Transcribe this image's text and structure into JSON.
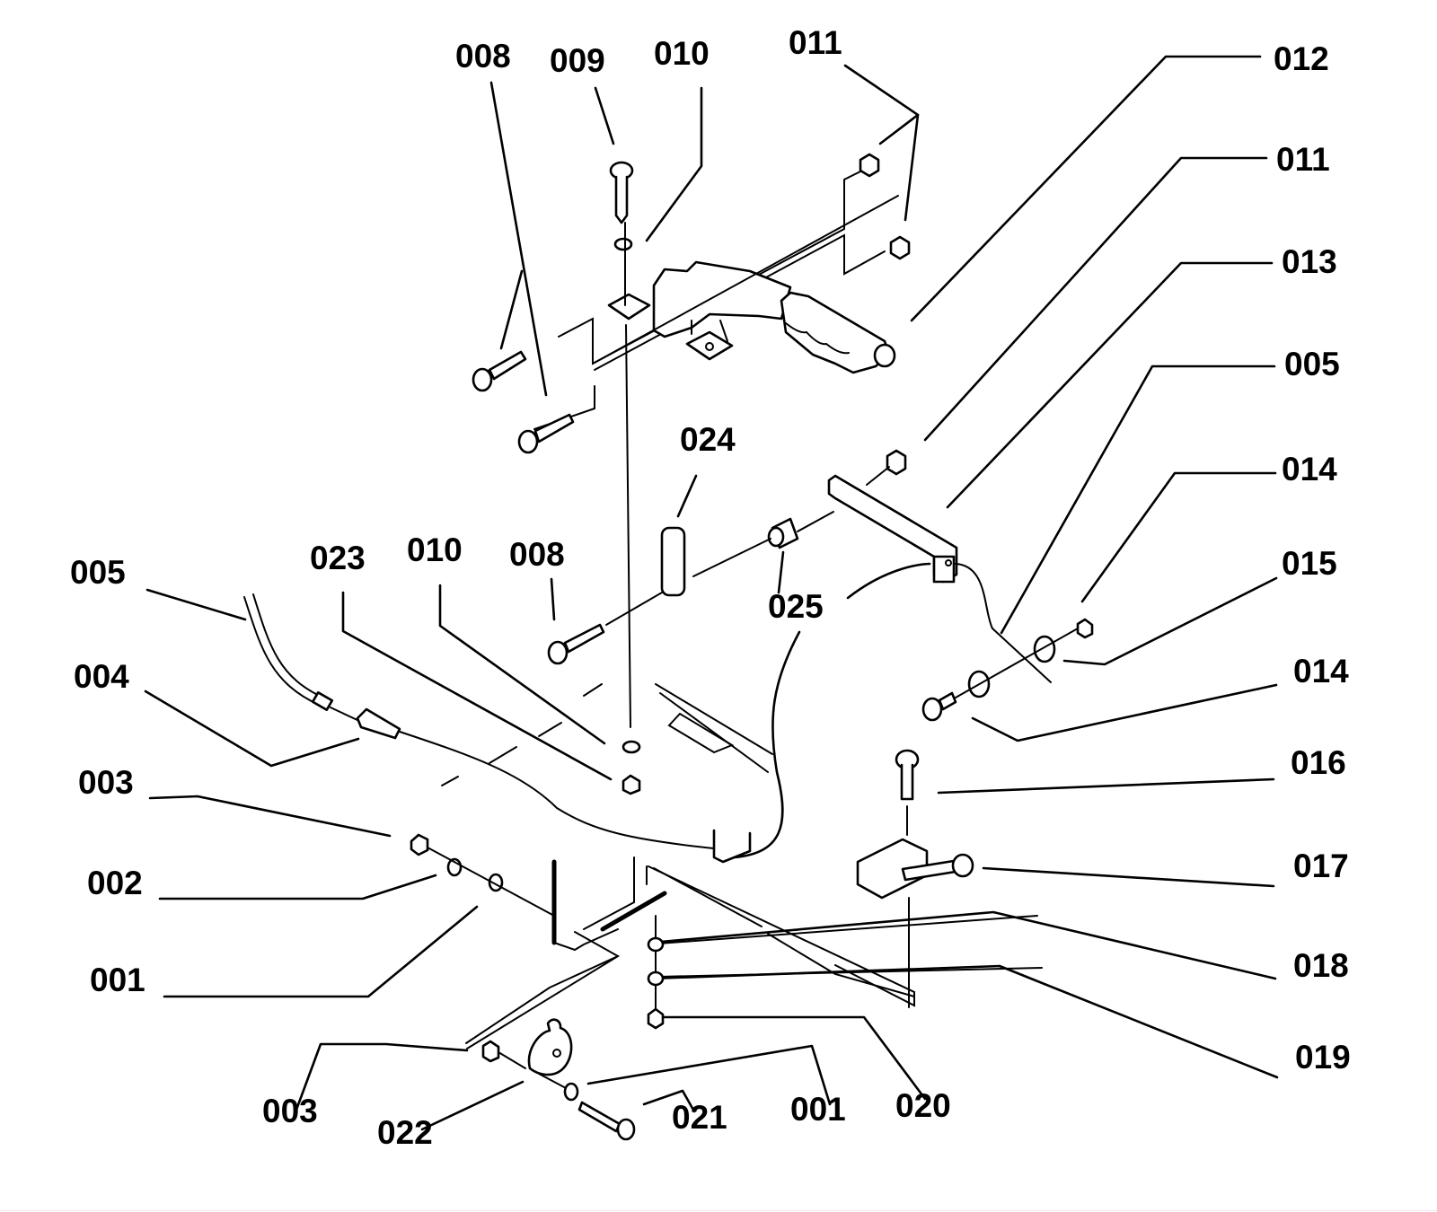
{
  "diagram": {
    "type": "exploded-parts-diagram",
    "subject": "Parking brake lever assembly",
    "colors": {
      "ink": "#000000",
      "background": "#ffffff"
    },
    "callouts": [
      {
        "id": "c008a",
        "number": "008"
      },
      {
        "id": "c009",
        "number": "009"
      },
      {
        "id": "c010a",
        "number": "010"
      },
      {
        "id": "c011a",
        "number": "011"
      },
      {
        "id": "c012",
        "number": "012"
      },
      {
        "id": "c011b",
        "number": "011"
      },
      {
        "id": "c013",
        "number": "013"
      },
      {
        "id": "c005b",
        "number": "005"
      },
      {
        "id": "c014a",
        "number": "014"
      },
      {
        "id": "c015",
        "number": "015"
      },
      {
        "id": "c014b",
        "number": "014"
      },
      {
        "id": "c016",
        "number": "016"
      },
      {
        "id": "c017",
        "number": "017"
      },
      {
        "id": "c018",
        "number": "018"
      },
      {
        "id": "c019",
        "number": "019"
      },
      {
        "id": "c020",
        "number": "020"
      },
      {
        "id": "c001b",
        "number": "001"
      },
      {
        "id": "c021",
        "number": "021"
      },
      {
        "id": "c022",
        "number": "022"
      },
      {
        "id": "c003b",
        "number": "003"
      },
      {
        "id": "c001a",
        "number": "001"
      },
      {
        "id": "c002",
        "number": "002"
      },
      {
        "id": "c003a",
        "number": "003"
      },
      {
        "id": "c004",
        "number": "004"
      },
      {
        "id": "c005a",
        "number": "005"
      },
      {
        "id": "c023",
        "number": "023"
      },
      {
        "id": "c010b",
        "number": "010"
      },
      {
        "id": "c008b",
        "number": "008"
      },
      {
        "id": "c024",
        "number": "024"
      },
      {
        "id": "c025",
        "number": "025"
      }
    ]
  }
}
